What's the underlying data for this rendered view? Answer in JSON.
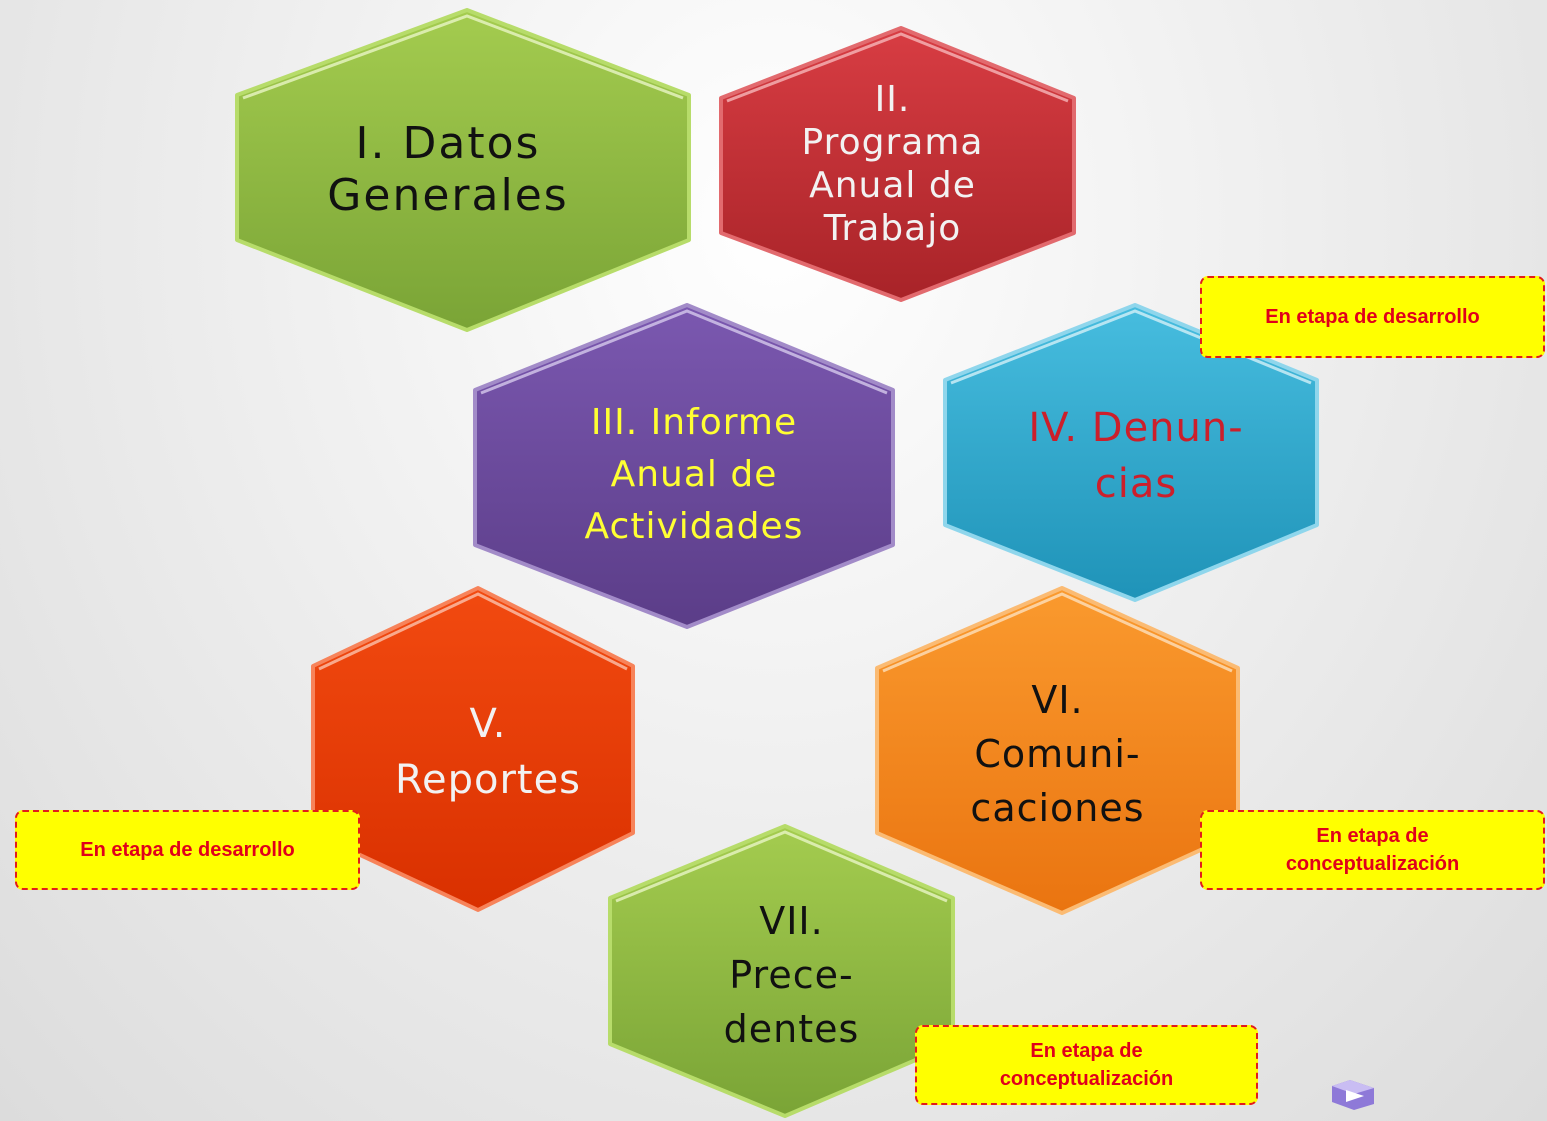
{
  "hexagons": {
    "h1": {
      "label": "I. Datos\nGenerales",
      "fill": "#8fbb3e",
      "text_color": "#111111"
    },
    "h2": {
      "label": "II.\nPrograma\nAnual de\nTrabajo",
      "fill": "#c22f33",
      "text_color": "#f2f2f2"
    },
    "h3": {
      "label": "III. Informe\nAnual de\nActividades",
      "fill": "#6a4a9c",
      "text_color": "#ffff33"
    },
    "h4": {
      "label": "IV. Denun-\ncias",
      "fill": "#2fa9cf",
      "text_color": "#cc1f2b"
    },
    "h5": {
      "label": "V.\nReportes",
      "fill": "#ec3a05",
      "text_color": "#f2f2f2"
    },
    "h6": {
      "label": "VI.\nComuni-\ncaciones",
      "fill": "#f5861c",
      "text_color": "#111111"
    },
    "h7": {
      "label": "VII.\nPrece-\ndentes",
      "fill": "#8fbb3e",
      "text_color": "#111111"
    }
  },
  "notes": {
    "n4": "En etapa de desarrollo",
    "n5": "En etapa de desarrollo",
    "n6": "En etapa de\nconceptualización",
    "n7": "En etapa de\nconceptualización"
  },
  "colors": {
    "note_fill": "#ffff00",
    "note_border": "#e31b1b",
    "note_text": "#e0001b"
  },
  "nav": {
    "icon": "next-slide-icon"
  }
}
